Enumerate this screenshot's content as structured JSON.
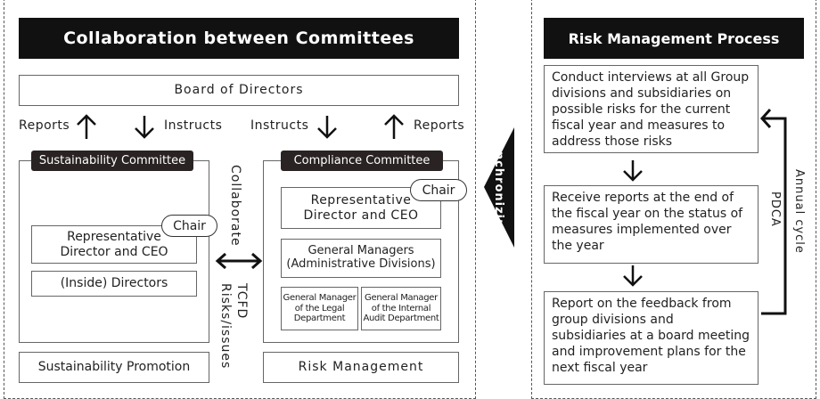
{
  "left": {
    "title": "Collaboration between Committees",
    "board": "Board of Directors",
    "reports": "Reports",
    "instructs": "Instructs",
    "sustainability": {
      "label": "Sustainability Committee",
      "chair": "Chair",
      "rep": "Representative Director and CEO",
      "inside": "(Inside) Directors",
      "footer": "Sustainability Promotion"
    },
    "compliance": {
      "label": "Compliance Committee",
      "chair": "Chair",
      "rep": "Representative Director and CEO",
      "gm": "General Managers (Administrative Divisions)",
      "legal": "General Manager of the Legal Department",
      "audit": "General Manager of the Internal Audit Department",
      "footer": "Risk Management"
    },
    "collaborate": "Collaborate",
    "tcfd": "TCFD",
    "risks": "Risks/issues"
  },
  "sync": "Synchronizing",
  "right": {
    "title": "Risk Management Process",
    "steps": [
      "Conduct interviews at all Group divisions and subsidiaries on possible risks for the current fiscal year and measures to address those risks",
      "Receive reports at the end of the fiscal year on the status of measures implemented over the year",
      "Report on the feedback from group divisions and subsidiaries at a board meeting and improvement plans for the next fiscal year"
    ],
    "annual": "Annual cycle",
    "pdca": "PDCA"
  }
}
